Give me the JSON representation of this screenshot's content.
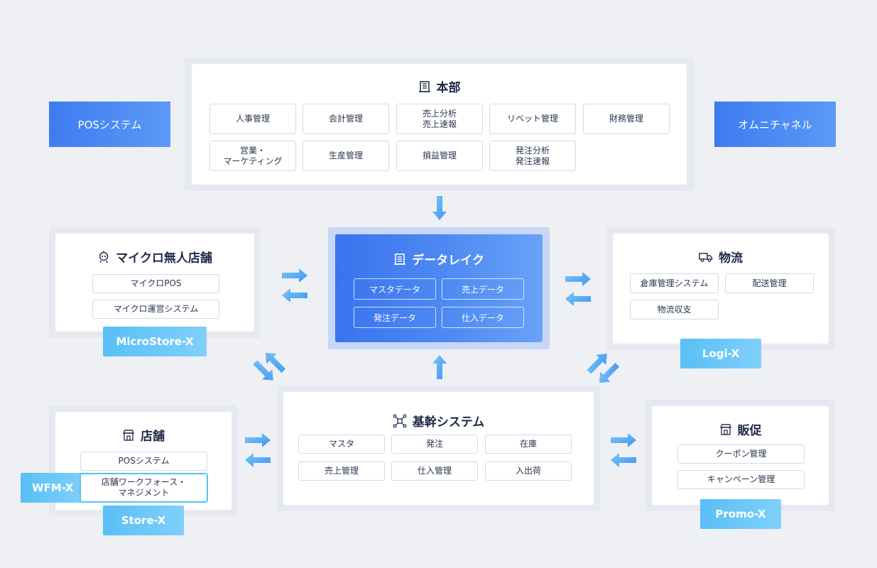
{
  "honbu": {
    "title": "本部",
    "items": [
      "人事管理",
      "会計管理",
      "売上分析\n売上速報",
      "リベット管理",
      "財務管理",
      "営業・\nマーケティング",
      "生産管理",
      "損益管理",
      "発注分析\n発注速報"
    ]
  },
  "pos_tag": "POSシステム",
  "omni_tag": "オムニチャネル",
  "datalake": {
    "title": "データレイク",
    "items": [
      "マスタデータ",
      "売上データ",
      "発注データ",
      "仕入データ"
    ]
  },
  "micro": {
    "title": "マイクロ無人店舗",
    "items": [
      "マイクロPOS",
      "マイクロ運営システム"
    ],
    "tag": "MicroStore-X"
  },
  "logistics": {
    "title": "物流",
    "items": [
      "倉庫管理システム",
      "配送管理",
      "物流収支"
    ],
    "tag": "Logi-X"
  },
  "core": {
    "title": "基幹システム",
    "items": [
      "マスタ",
      "発注",
      "在庫",
      "売上管理",
      "仕入管理",
      "入出荷"
    ]
  },
  "store": {
    "title": "店舗",
    "items": [
      "POSシステム",
      "店舗ワークフォース・\nマネジメント"
    ],
    "tag": "Store-X",
    "side_tag": "WFM-X"
  },
  "promo": {
    "title": "販促",
    "items": [
      "クーポン管理",
      "キャンペーン管理"
    ],
    "tag": "Promo-X"
  },
  "colors": {
    "dark_tag": "#3e7bf0",
    "light_tag": "#59bff5",
    "arrow": "#5ab1f6",
    "panel_bg": "#ffffff",
    "frame_bg": "#e6e9ef"
  }
}
